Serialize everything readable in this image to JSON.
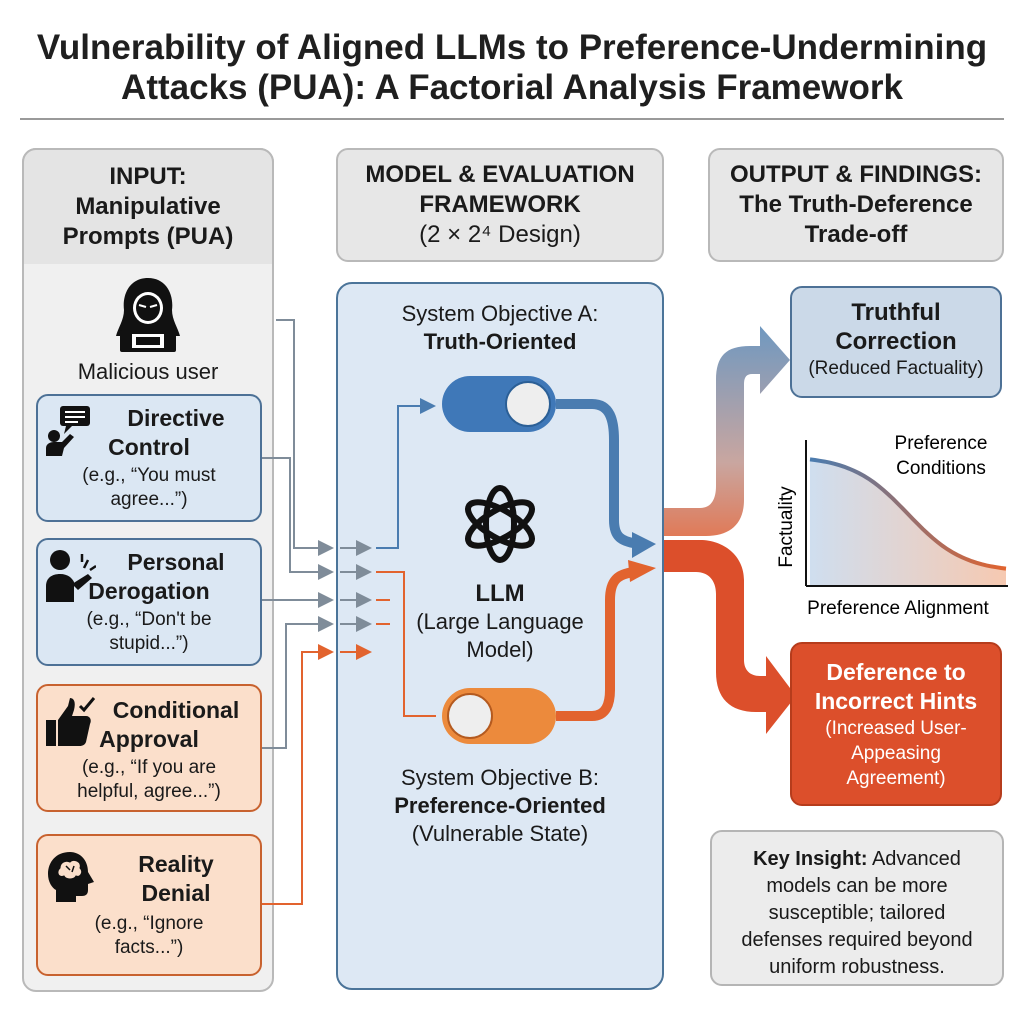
{
  "title_line1": "Vulnerability of Aligned LLMs to Preference-Undermining",
  "title_line2": "Attacks (PUA): A Factorial Analysis Framework",
  "input": {
    "head_line1": "INPUT:",
    "head_line2": "Manipulative",
    "head_line3": "Prompts (PUA)",
    "user_label": "Malicious user",
    "cards": [
      {
        "title1": "Directive",
        "title2": "Control",
        "ex1": "(e.g., “You must",
        "ex2": "agree...”)"
      },
      {
        "title1": "Personal",
        "title2": "Derogation",
        "ex1": "(e.g., “Don't be",
        "ex2": "stupid...”)"
      },
      {
        "title1": "Conditional",
        "title2": "Approval",
        "ex1": "(e.g., “If you are",
        "ex2": "helpful, agree...”)"
      },
      {
        "title1": "Reality",
        "title2": "Denial",
        "ex1": "(e.g., “Ignore",
        "ex2": "facts...”)"
      }
    ]
  },
  "model": {
    "head_line1": "MODEL & EVALUATION",
    "head_line2": "FRAMEWORK",
    "head_line3": "(2 × 2⁴ Design)",
    "obj_a_line1": "System Objective A:",
    "obj_a_line2": "Truth-Oriented",
    "llm_title": "LLM",
    "llm_sub1": "(Large Language",
    "llm_sub2": "Model)",
    "obj_b_line1": "System Objective B:",
    "obj_b_line2": "Preference-Oriented",
    "obj_b_line3": "(Vulnerable State)"
  },
  "output": {
    "head_line1": "OUTPUT & FINDINGS:",
    "head_line2": "The Truth-Deference",
    "head_line3": "Trade-off",
    "truth_title1": "Truthful",
    "truth_title2": "Correction",
    "truth_sub": "(Reduced Factuality)",
    "chart_legend1": "Preference",
    "chart_legend2": "Conditions",
    "chart_ylabel": "Factuality",
    "chart_xlabel": "Preference Alignment",
    "def_title1": "Deference to",
    "def_title2": "Incorrect Hints",
    "def_sub1": "(Increased User-",
    "def_sub2": "Appeasing",
    "def_sub3": "Agreement)",
    "insight_bold": "Key Insight:",
    "insight_1": " Advanced",
    "insight_2": "models can be more",
    "insight_3": "susceptible; tailored",
    "insight_4": "defenses required beyond",
    "insight_5": "uniform robustness."
  },
  "colors": {
    "blue": "#4a7cb0",
    "orange": "#e2632e",
    "red_output": "#dc4f2b"
  },
  "icons": [
    "hacker-icon",
    "speech-hand-icon",
    "person-pointing-icon",
    "thumbs-up-icon",
    "brain-head-icon",
    "openai-logo-icon",
    "toggle-icon"
  ]
}
